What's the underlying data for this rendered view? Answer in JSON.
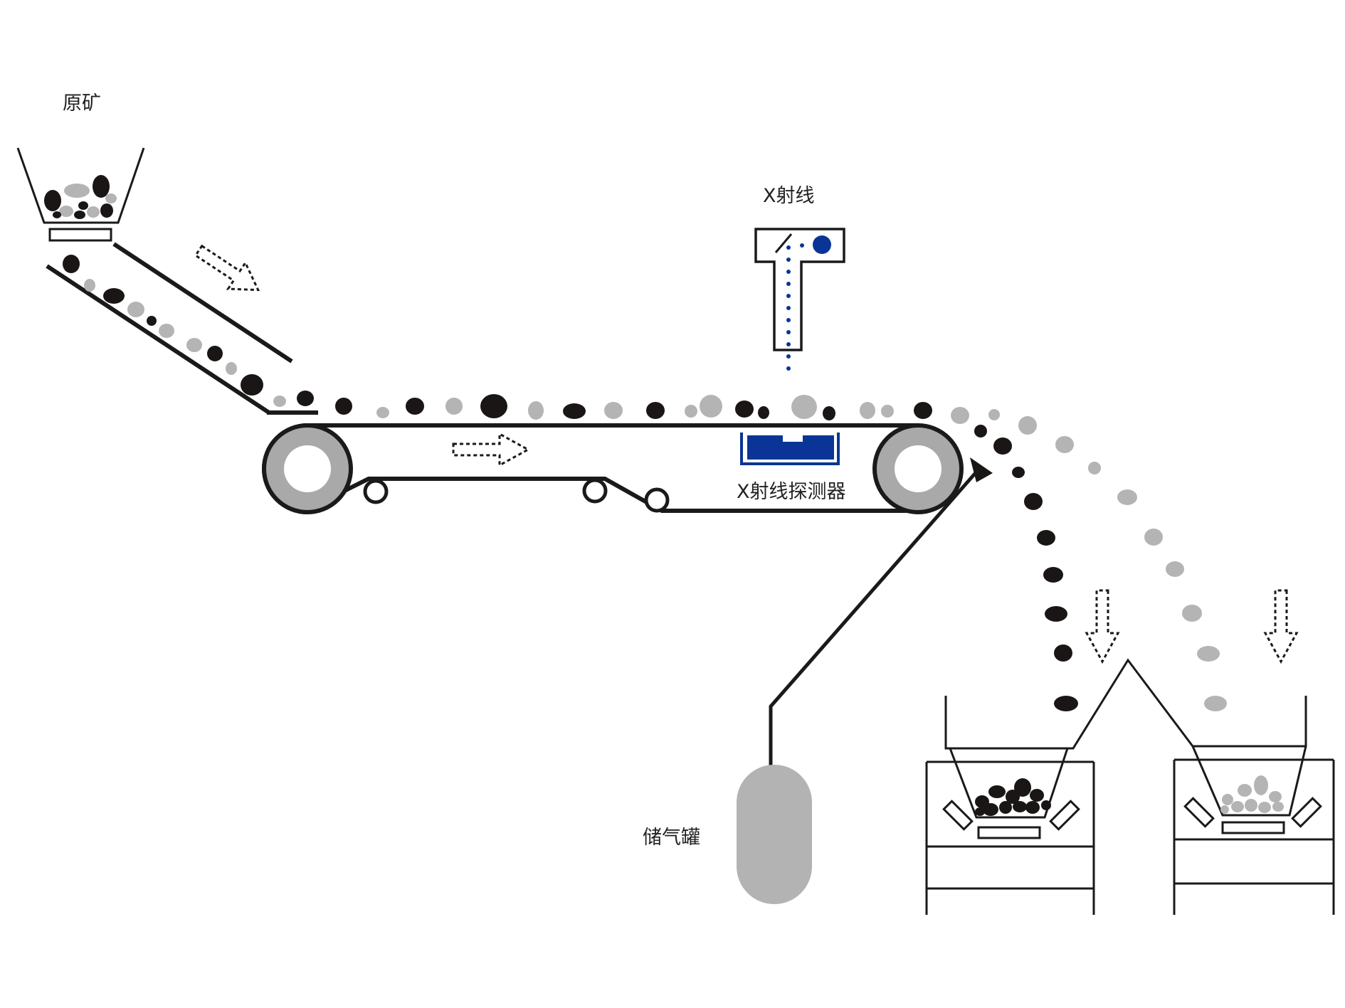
{
  "labels": {
    "raw_ore": "原矿",
    "xray_source": "X射线",
    "xray_detector": "X射线探测器",
    "air_tank": "储气罐"
  },
  "colors": {
    "dark_ore": "#1a1616",
    "light_ore": "#b4b4b4",
    "xray_blue": "#0a3596",
    "roller_gray": "#a9a9a9",
    "tank_gray": "#b3b3b3",
    "line": "#1a1a1a"
  }
}
